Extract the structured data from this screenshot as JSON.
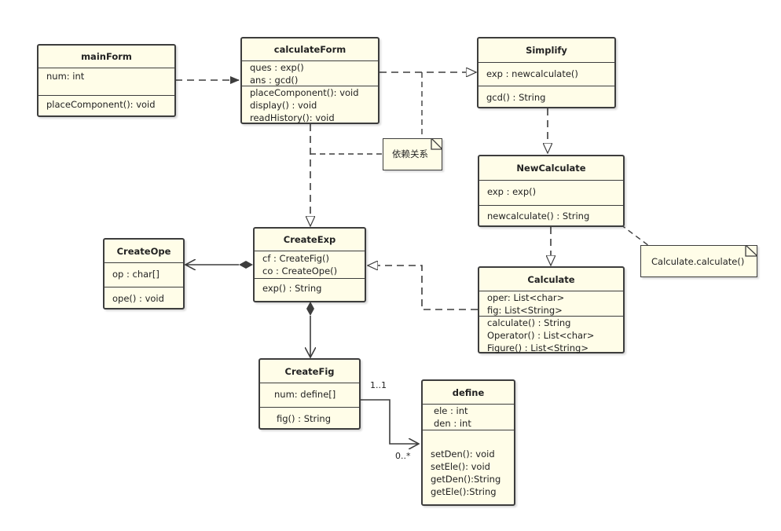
{
  "classes": {
    "mainForm": {
      "name": "mainForm",
      "attributes": [
        "num: int"
      ],
      "methods": [
        "placeComponent(): void"
      ]
    },
    "calculateForm": {
      "name": "calculateForm",
      "attributes": [
        "ques : exp()",
        "ans : gcd()"
      ],
      "methods": [
        "placeComponent(): void",
        "display() : void",
        "readHistory(): void"
      ]
    },
    "Simplify": {
      "name": "Simplify",
      "attributes": [
        "exp : newcalculate()"
      ],
      "methods": [
        "gcd() : String"
      ]
    },
    "NewCalculate": {
      "name": "NewCalculate",
      "attributes": [
        "exp : exp()"
      ],
      "methods": [
        "newcalculate() : String"
      ]
    },
    "CreateOpe": {
      "name": "CreateOpe",
      "attributes": [
        "op : char[]"
      ],
      "methods": [
        "ope() : void"
      ]
    },
    "CreateExp": {
      "name": "CreateExp",
      "attributes": [
        "cf : CreateFig()",
        "co : CreateOpe()"
      ],
      "methods": [
        "exp() : String"
      ]
    },
    "Calculate": {
      "name": "Calculate",
      "attributes": [
        "oper: List<char>",
        "fig: List<String>"
      ],
      "methods": [
        "calculate() : String",
        "Operator() : List<char>",
        "Figure() : List<String>"
      ]
    },
    "CreateFig": {
      "name": "CreateFig",
      "attributes": [
        "num: define[]"
      ],
      "methods": [
        "fig() : String"
      ]
    },
    "define": {
      "name": "define",
      "attributes": [
        "ele : int",
        "den : int"
      ],
      "methods": [
        "setDen(): void",
        "setEle(): void",
        "getDen():String",
        "getEle():String"
      ]
    }
  },
  "notes": {
    "dependency": "依赖关系",
    "calculate": "Calculate.calculate()"
  },
  "multiplicity": {
    "source": "1..1",
    "target": "0..*"
  }
}
